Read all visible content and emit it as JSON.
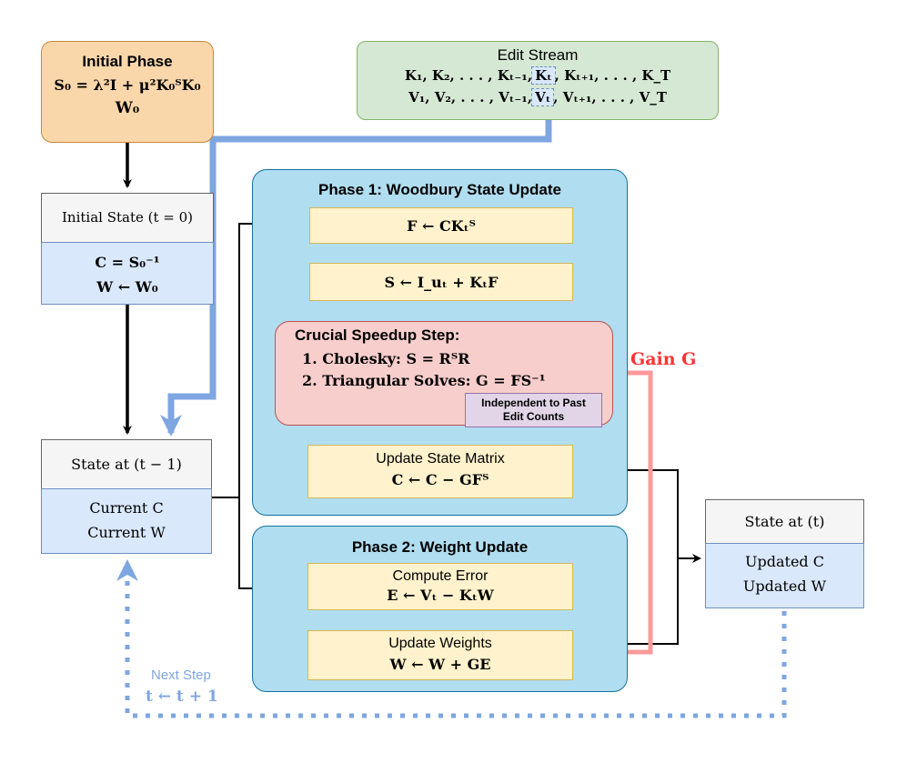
{
  "initial_phase": {
    "title": "Initial Phase",
    "eq1": "S₀ = λ²I + μ²K₀ᵀK₀",
    "eq2": "W₀"
  },
  "edit_stream": {
    "title": "Edit Stream",
    "k_left": "K₁, K₂, . . . , Kₜ₋₁,",
    "k_mid": "Kₜ",
    "k_right": ", Kₜ₊₁, . . . , K_T",
    "v_left": "V₁, V₂, . . . , Vₜ₋₁,",
    "v_mid": "Vₜ",
    "v_right": ", Vₜ₊₁, . . . , V_T"
  },
  "initial_state": {
    "header": "Initial State (t = 0)",
    "line1": "C = S₀⁻¹",
    "line2": "W ← W₀"
  },
  "prev_state": {
    "header": "State at (t − 1)",
    "line1": "Current C",
    "line2": "Current W"
  },
  "next_state": {
    "header": "State at (t)",
    "line1": "Updated C",
    "line2": "Updated W"
  },
  "phase1": {
    "title": "Phase 1: Woodbury State Update",
    "step_f": "F ← CKₜᵀ",
    "step_s": "S ← I_uₜ + KₜF",
    "crucial_title": "Crucial Speedup Step:",
    "crucial_1": "1. Cholesky: S = RᵀR",
    "crucial_2": "2. Triangular Solves: G = FS⁻¹",
    "note": "Independent to Past Edit Counts",
    "update_title": "Update State Matrix",
    "update_eq": "C ← C − GFᵀ"
  },
  "phase2": {
    "title": "Phase 2: Weight Update",
    "error_title": "Compute Error",
    "error_eq": "E ← Vₜ − KₜW",
    "weights_title": "Update Weights",
    "weights_eq": "W ← W + GE"
  },
  "gain_label": "Gain G",
  "next_step": {
    "label": "Next Step",
    "eq": "t ← t + 1"
  },
  "colors": {
    "stream_arrow": "#7ea6e0",
    "gain_arrow": "#ff9999",
    "gain_text": "#ff3333",
    "next_step_text": "#7ea6e0"
  }
}
